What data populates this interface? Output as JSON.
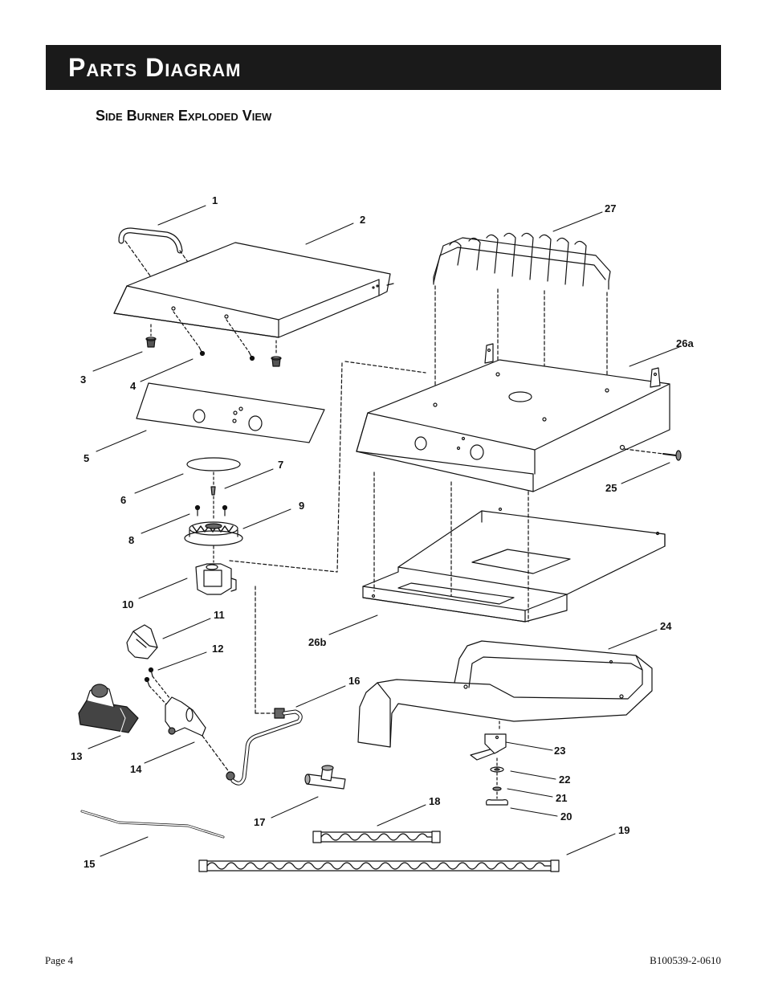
{
  "header": {
    "title": "Parts Diagram"
  },
  "section": {
    "subtitle": "Side Burner Exploded View"
  },
  "parts": {
    "p1": "1",
    "p2": "2",
    "p3": "3",
    "p4": "4",
    "p5": "5",
    "p6": "6",
    "p7": "7",
    "p8": "8",
    "p9": "9",
    "p10": "10",
    "p11": "11",
    "p12": "12",
    "p13": "13",
    "p14": "14",
    "p15": "15",
    "p16": "16",
    "p17": "17",
    "p18": "18",
    "p19": "19",
    "p20": "20",
    "p21": "21",
    "p22": "22",
    "p23": "23",
    "p24": "24",
    "p25": "25",
    "p26a": "26a",
    "p26b": "26b",
    "p27": "27"
  },
  "footer": {
    "page": "Page 4",
    "doc_number": "B100539-2-0610"
  }
}
